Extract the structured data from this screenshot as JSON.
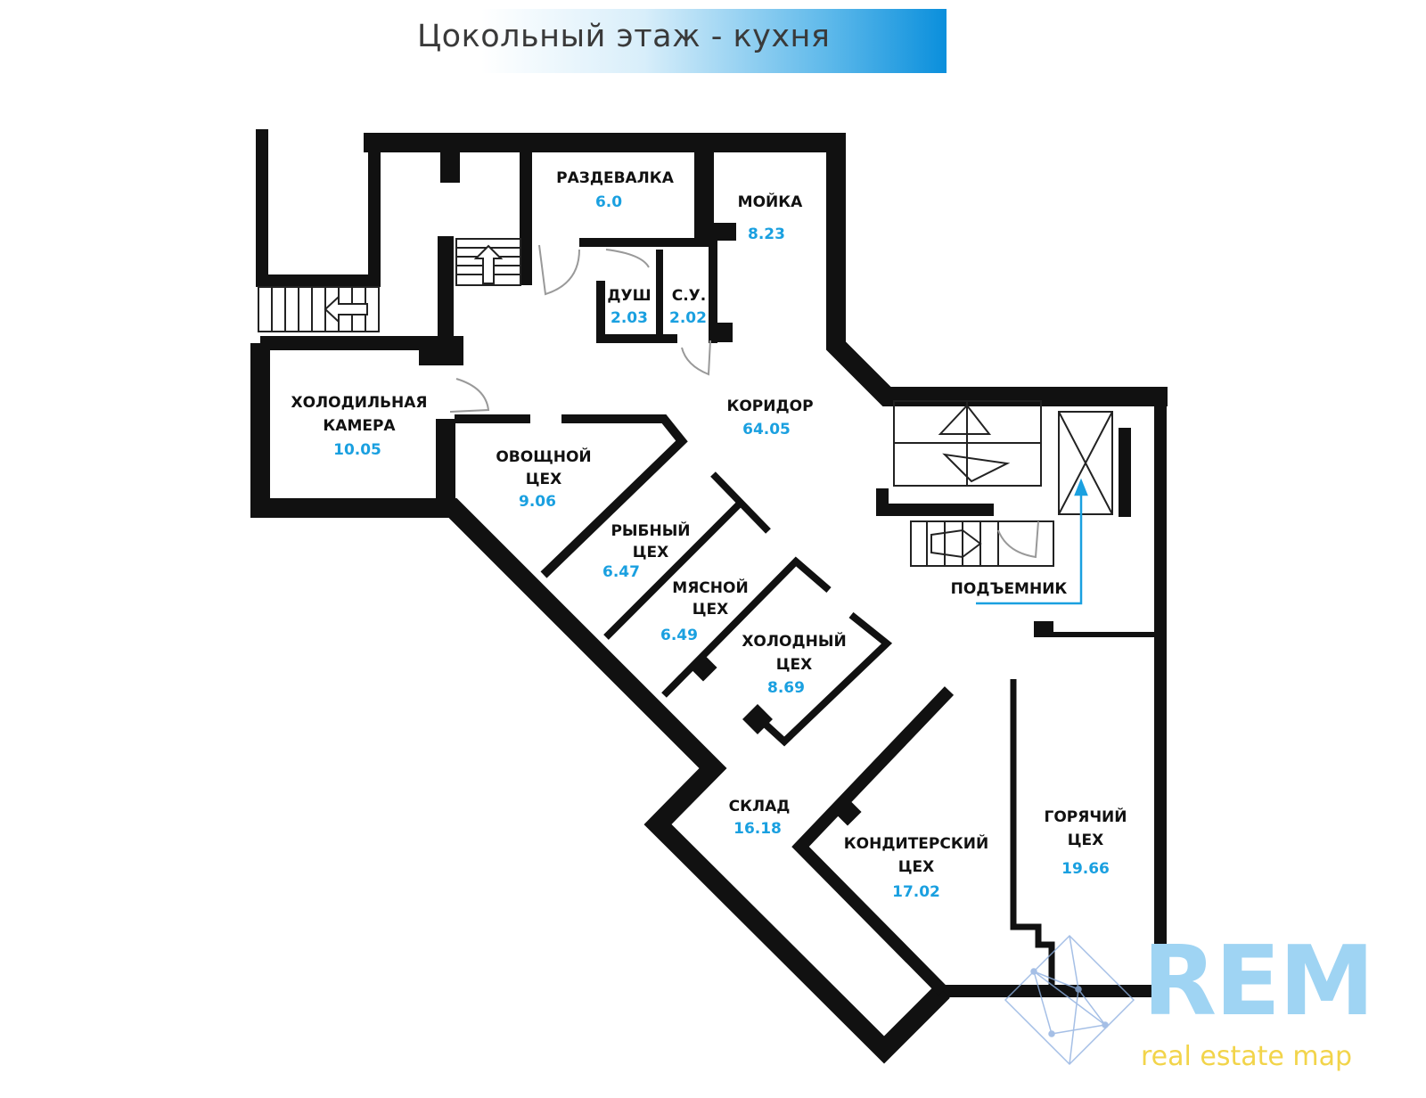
{
  "title": "Цокольный этаж - кухня",
  "colors": {
    "wall": "#111111",
    "area_text": "#1aa0e0",
    "banner": "#0a8fdc",
    "logo": "#9fd4f3",
    "logo_sub": "#f2d44a"
  },
  "rooms": [
    {
      "name": "РАЗДЕВАЛКА",
      "area": "6.0"
    },
    {
      "name": "МОЙКА",
      "area": "8.23"
    },
    {
      "name": "ДУШ",
      "area": "2.03"
    },
    {
      "name": "С.У.",
      "area": "2.02"
    },
    {
      "name": "ХОЛОДИЛЬНАЯ",
      "name2": "КАМЕРА",
      "area": "10.05"
    },
    {
      "name": "КОРИДОР",
      "area": "64.05"
    },
    {
      "name": "ОВОЩНОЙ",
      "name2": "ЦЕХ",
      "area": "9.06"
    },
    {
      "name": "РЫБНЫЙ",
      "name2": "ЦЕХ",
      "area": "6.47"
    },
    {
      "name": "МЯСНОЙ",
      "name2": "ЦЕХ",
      "area": "6.49"
    },
    {
      "name": "ХОЛОДНЫЙ",
      "name2": "ЦЕХ",
      "area": "8.69"
    },
    {
      "name": "СКЛАД",
      "area": "16.18"
    },
    {
      "name": "КОНДИТЕРСКИЙ",
      "name2": "ЦЕХ",
      "area": "17.02"
    },
    {
      "name": "ГОРЯЧИЙ",
      "name2": "ЦЕХ",
      "area": "19.66"
    }
  ],
  "lift_label": "ПОДЪЕМНИК",
  "logo": {
    "name": "REM",
    "tagline": "real estate map"
  }
}
